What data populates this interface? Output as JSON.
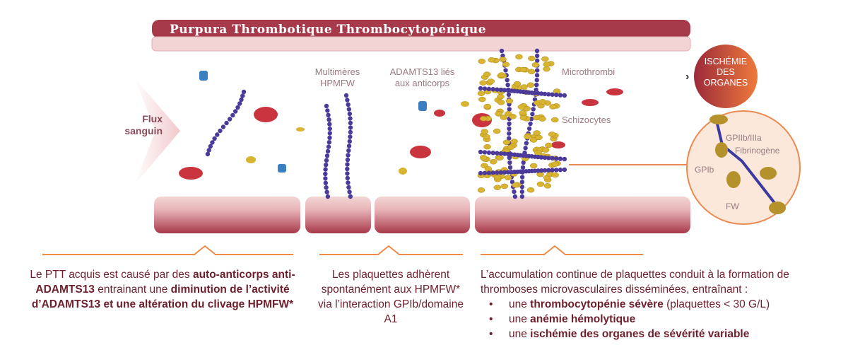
{
  "title": "Purpura Thrombotique Thrombocytopénique",
  "labels": {
    "flux": [
      "Flux",
      "sanguin"
    ],
    "multimeres": [
      "Multimères",
      "HPMFW"
    ],
    "adamts": [
      "ADAMTS13 liés",
      "aux anticorps"
    ],
    "microthrombi": "Microthrombi",
    "schizocytes": "Schizocytes",
    "ischemie": [
      "ISCHÉMIE",
      "DES",
      "ORGANES"
    ],
    "gpiib": "GPIIb/IIIa",
    "fibrinogene": "Fibrinogène",
    "gpib": "GPIb",
    "fw": "FW"
  },
  "captions": {
    "left": {
      "p1": "Le PTT acquis est causé par des ",
      "b1": "auto-anticorps anti-ADAMTS13",
      "p2": " entrainant une ",
      "b2": "diminution de l’activité d’ADAMTS13 et une altération du clivage HPMFW*"
    },
    "middle": "Les plaquettes adhèrent spontanément aux HPMFW* via l’interaction GPIb/domaine A1",
    "right": {
      "intro": "L’accumulation continue de plaquettes conduit à la formation de thromboses microvasculaires disséminées, entraînant :",
      "bullets": [
        {
          "pre": "une ",
          "bold": "thrombocytopénie sévère",
          "post": " (plaquettes < 30 G/L)"
        },
        {
          "pre": "une ",
          "bold": "anémie hémolytique",
          "post": ""
        },
        {
          "pre": "une ",
          "bold": "ischémie des organes de sévérité variable",
          "post": ""
        }
      ]
    }
  },
  "colors": {
    "text": "#6e1f2c",
    "vessel": "#b5505e",
    "accent": "#f08a4b",
    "vwf": "#4b3a9a",
    "platelet": "#d9b430"
  }
}
